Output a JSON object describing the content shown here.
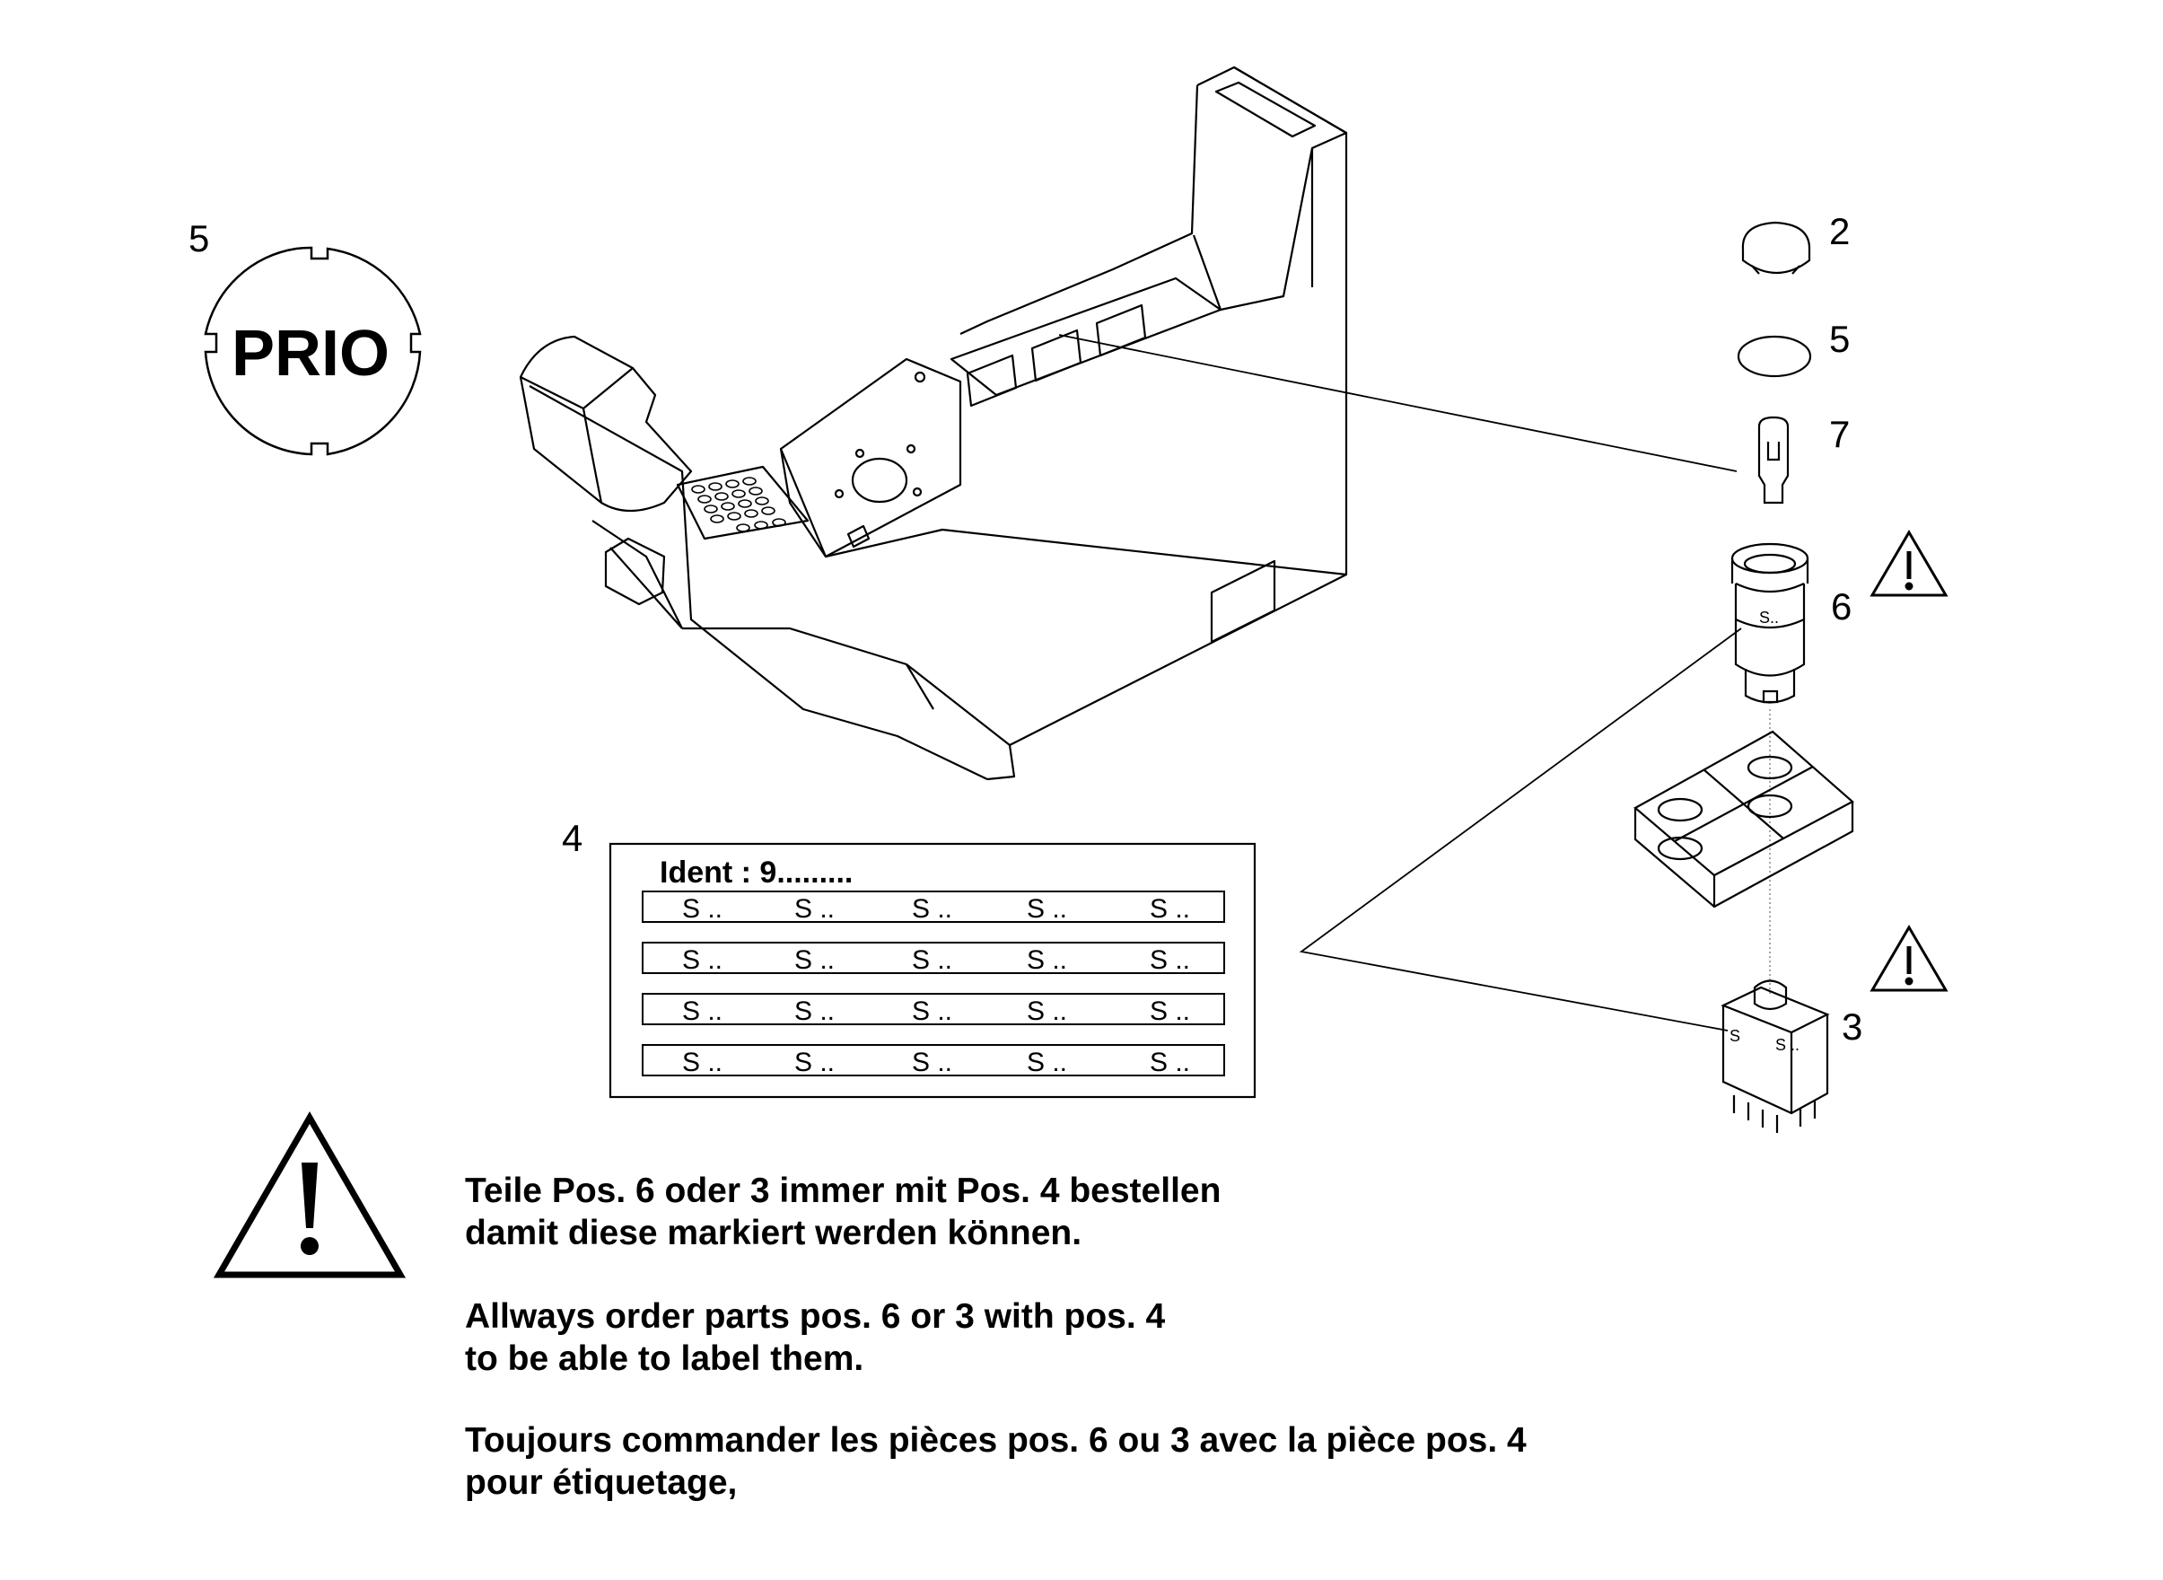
{
  "callouts": {
    "prio_label_pos": "5",
    "cap_pos": "2",
    "ring_pos": "5",
    "bulb_pos": "7",
    "switch_pos": "6",
    "label_sheet_pos": "4",
    "square_switch_pos": "3"
  },
  "prio_label_text": "PRIO",
  "label_sheet": {
    "ident_text": "Ident : 9.........",
    "rows": [
      [
        "S ..",
        "S ..",
        "S ..",
        "S ..",
        "S .."
      ],
      [
        "S ..",
        "S ..",
        "S ..",
        "S ..",
        "S .."
      ],
      [
        "S ..",
        "S ..",
        "S ..",
        "S ..",
        "S .."
      ],
      [
        "S ..",
        "S ..",
        "S ..",
        "S ..",
        "S .."
      ]
    ]
  },
  "part_marks": {
    "switch_mark": "S..",
    "square_switch_mark_left": "S",
    "square_switch_mark_right": "S .."
  },
  "notes": {
    "german": [
      "Teile Pos. 6 oder 3 immer mit Pos. 4 bestellen",
      "damit diese markiert werden können."
    ],
    "english": [
      "Allways order parts pos. 6 or 3 with pos. 4",
      "to be able to label them."
    ],
    "french": [
      "Toujours commander les pièces pos. 6 ou 3 avec la pièce pos. 4",
      "pour étiquetage,"
    ]
  }
}
